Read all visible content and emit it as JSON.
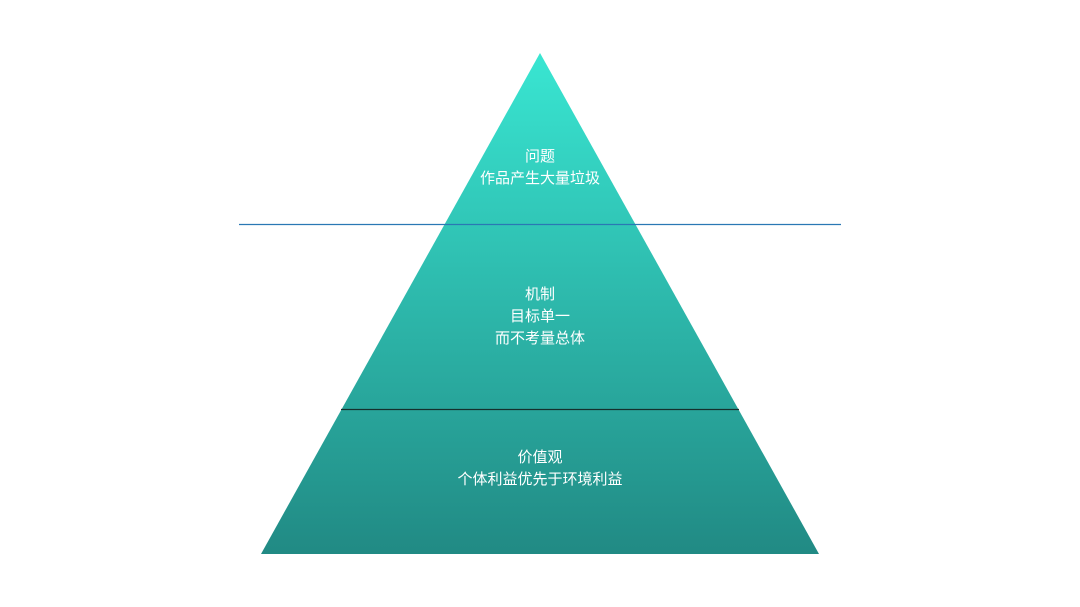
{
  "tiers": [
    {
      "title": "问题",
      "lines": [
        "作品产生大量垃圾"
      ]
    },
    {
      "title": "机制",
      "lines": [
        "目标单一",
        "而不考量总体"
      ]
    },
    {
      "title": "价值观",
      "lines": [
        "个体利益优先于环境利益"
      ]
    }
  ],
  "colors": {
    "gradient_top": "#39e6d2",
    "gradient_bottom": "#218a84",
    "waterline": "#2a78b4",
    "divider": "#15302d",
    "text": "#ffffff"
  }
}
